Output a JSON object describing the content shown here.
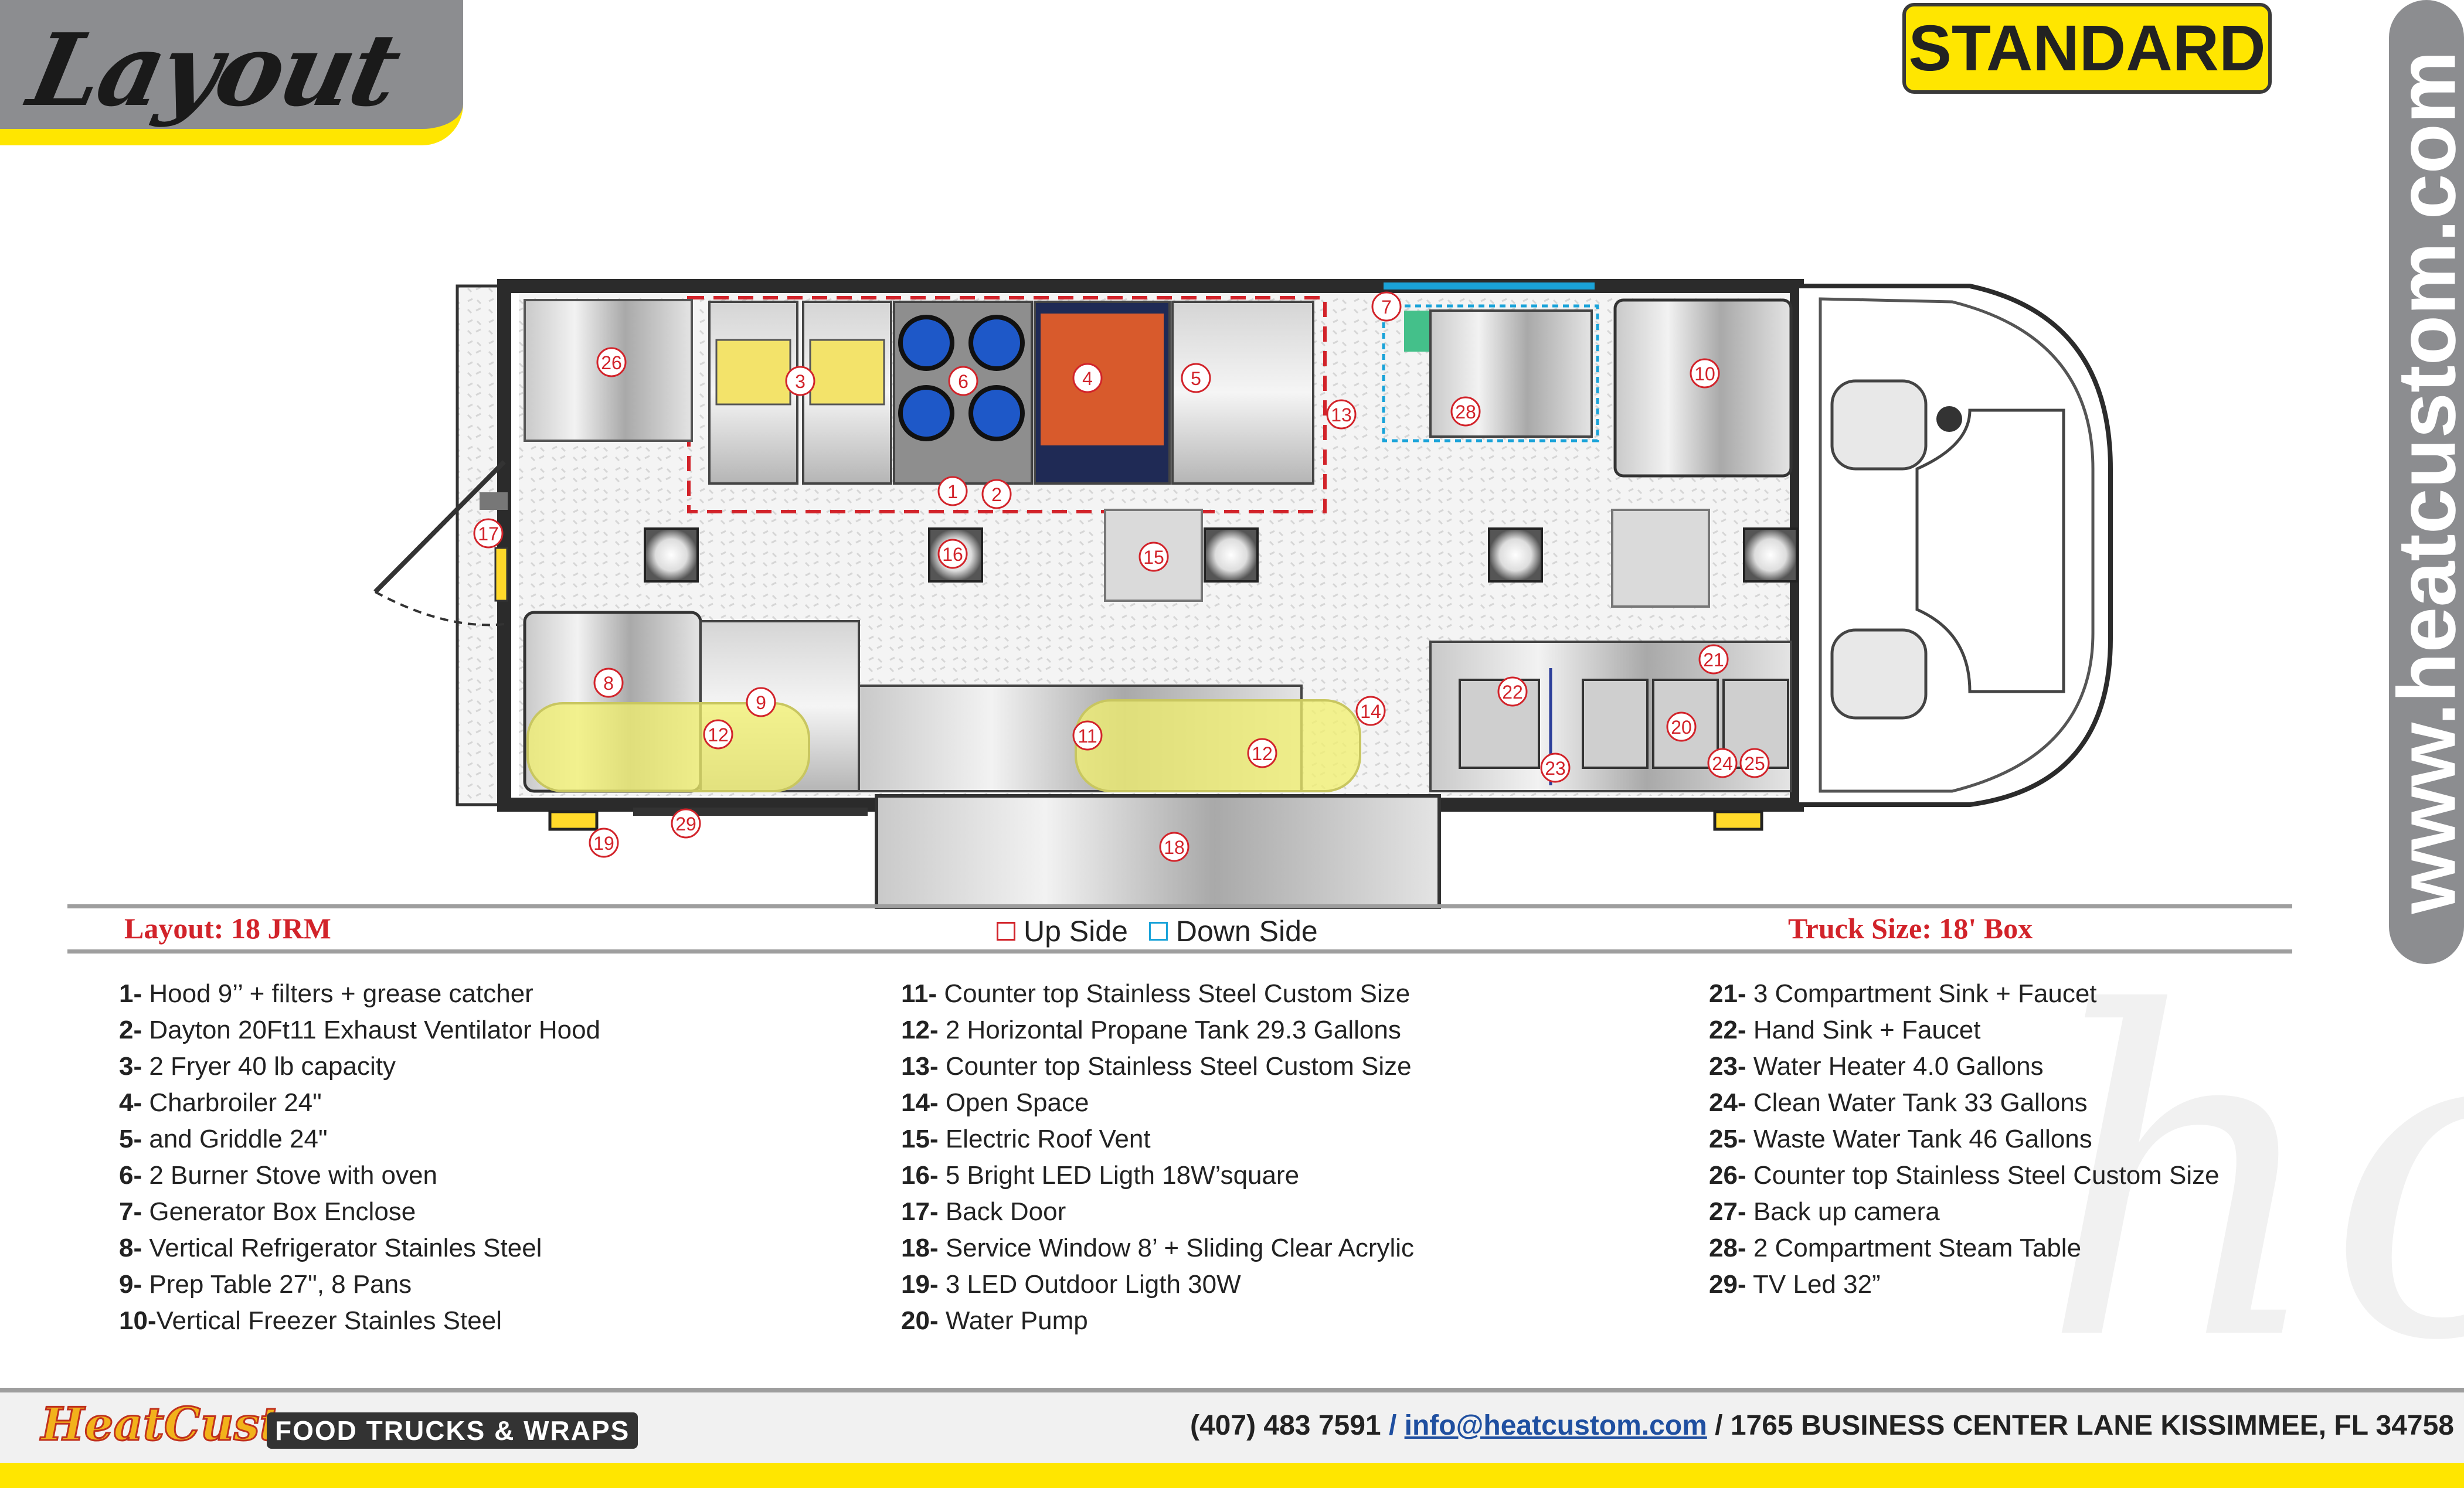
{
  "header": {
    "title": "Layout",
    "badge": "STANDARD",
    "side_url": "www.heatcustom.com"
  },
  "info_bar": {
    "layout_code": "Layout: 18 JRM",
    "legend_up": "Up Side",
    "legend_down": "Down Side",
    "truck_size": "Truck Size: 18' Box"
  },
  "items": [
    {
      "num": "1-",
      "text": " Hood 9’’ + filters + grease catcher"
    },
    {
      "num": "2-",
      "text": " Dayton 20Ft11 Exhaust Ventilator Hood"
    },
    {
      "num": "3-",
      "text": " 2 Fryer 40 lb capacity"
    },
    {
      "num": "4-",
      "text": " Charbroiler 24\""
    },
    {
      "num": "5-",
      "text": "  and Griddle 24\""
    },
    {
      "num": "6-",
      "text": " 2 Burner  Stove with oven"
    },
    {
      "num": "7-",
      "text": " Generator Box Enclose"
    },
    {
      "num": "8-",
      "text": " Vertical Refrigerator Stainles Steel"
    },
    {
      "num": "9-",
      "text": " Prep Table 27\", 8 Pans"
    },
    {
      "num": "10-",
      "text": "Vertical Freezer Stainles Steel"
    },
    {
      "num": "11-",
      "text": " Counter top Stainless Steel Custom Size"
    },
    {
      "num": "12-",
      "text": " 2 Horizontal Propane Tank 29.3 Gallons"
    },
    {
      "num": "13-",
      "text": " Counter top Stainless Steel Custom Size"
    },
    {
      "num": "14-",
      "text": " Open Space"
    },
    {
      "num": "15-",
      "text": " Electric Roof Vent"
    },
    {
      "num": "16-",
      "text": " 5 Bright LED Ligth 18W’square"
    },
    {
      "num": "17-",
      "text": "  Back Door"
    },
    {
      "num": "18-",
      "text": " Service Window 8’ + Sliding Clear Acrylic"
    },
    {
      "num": "19-",
      "text": " 3 LED Outdoor Ligth 30W"
    },
    {
      "num": "20-",
      "text": " Water Pump"
    },
    {
      "num": "21-",
      "text": " 3 Compartment Sink + Faucet"
    },
    {
      "num": "22-",
      "text": " Hand Sink + Faucet"
    },
    {
      "num": "23-",
      "text": " Water Heater 4.0 Gallons"
    },
    {
      "num": "24-",
      "text": " Clean Water Tank 33 Gallons"
    },
    {
      "num": "25-",
      "text": " Waste Water Tank 46 Gallons"
    },
    {
      "num": "26-",
      "text": " Counter top Stainless Steel Custom Size"
    },
    {
      "num": "27-",
      "text": " Back up camera"
    },
    {
      "num": "28-",
      "text": " 2 Compartment Steam Table"
    },
    {
      "num": "29-",
      "text": " TV Led 32”"
    }
  ],
  "markers": [
    "1",
    "2",
    "3",
    "4",
    "5",
    "6",
    "7",
    "8",
    "9",
    "10",
    "11",
    "12",
    "12",
    "13",
    "14",
    "15",
    "16",
    "17",
    "18",
    "19",
    "20",
    "21",
    "22",
    "23",
    "24",
    "25",
    "26",
    "28",
    "29"
  ],
  "footer": {
    "logo": "HeatCustom",
    "tagline": "FOOD TRUCKS & WRAPS",
    "phone": "(407) 483 7591",
    "email": "info@heatcustom.com",
    "address": "1765 BUSINESS CENTER LANE KISSIMMEE, FL 34758",
    "separator_1": "/",
    "separator_2": "/"
  },
  "colors": {
    "accent_yellow": "#ffe600",
    "header_gray": "#8c8d90",
    "marker_red": "#d2232a",
    "up_side": "#d2232a",
    "down_side": "#1aa3d9"
  }
}
